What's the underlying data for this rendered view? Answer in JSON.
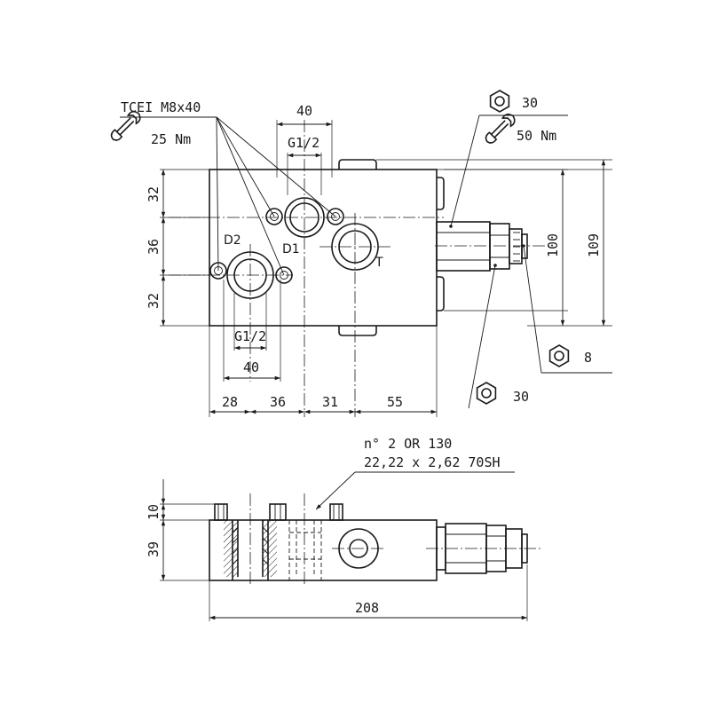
{
  "top_view": {
    "callout_screw": "TCEI M8x40",
    "callout_screw_torque": "25 Nm",
    "callout_hex1": "30",
    "callout_hex1_torque": "50 Nm",
    "callout_hex2": "8",
    "callout_hex3": "30",
    "port_d1": "D1",
    "port_d2": "D2",
    "port_t": "T",
    "thread_top": "G1/2",
    "thread_bottom": "G1/2",
    "dim_top_40": "40",
    "dim_bottom_40": "40",
    "dim_v_32_top": "32",
    "dim_v_36": "36",
    "dim_v_32_bottom": "32",
    "dim_h_28": "28",
    "dim_h_36": "36",
    "dim_h_31": "31",
    "dim_h_55": "55",
    "dim_v_100": "100",
    "dim_v_109": "109"
  },
  "side_view": {
    "oring_line1": "n° 2 OR 130",
    "oring_line2": "22,22 x 2,62 70SH",
    "dim_v_10": "10",
    "dim_v_39": "39",
    "dim_h_208": "208"
  }
}
